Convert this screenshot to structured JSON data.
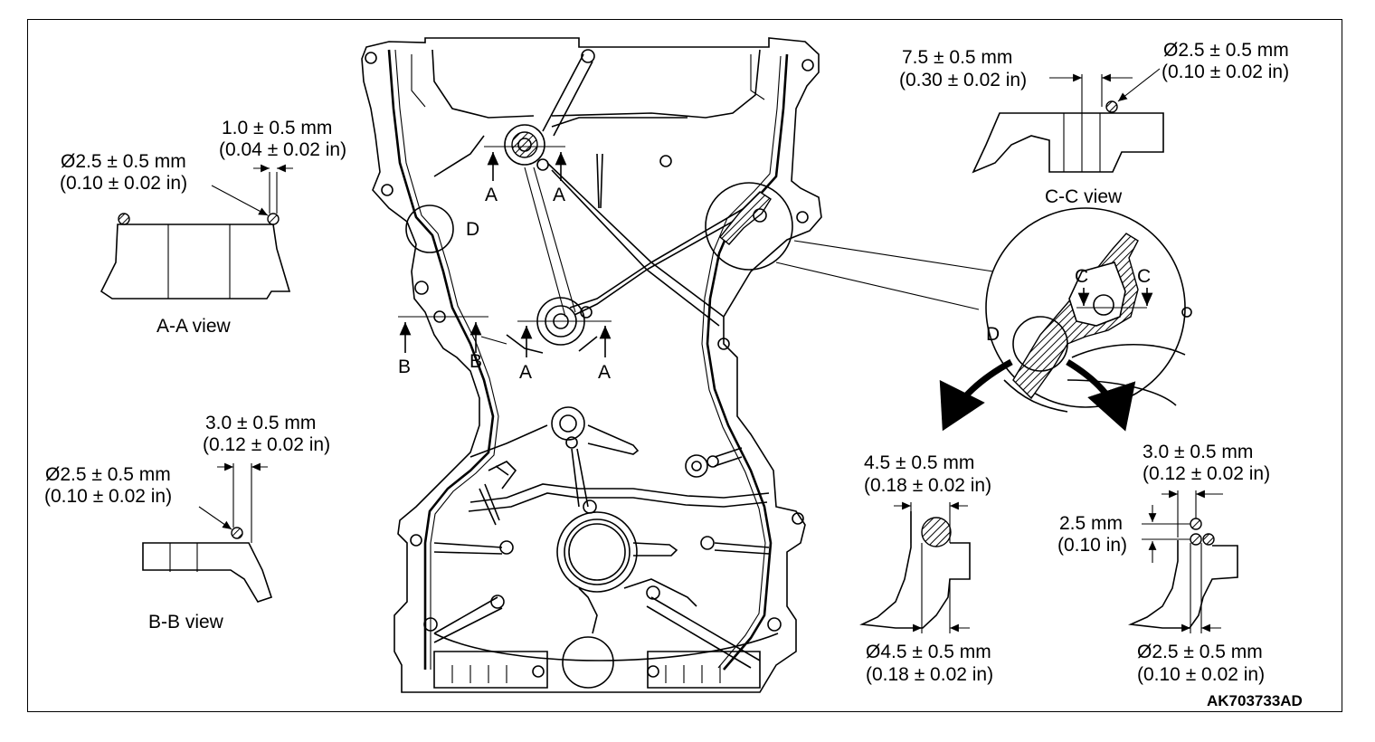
{
  "figure_id": "AK703733AD",
  "views": {
    "aa": {
      "title": "A-A view",
      "gap_mm": "1.0 ± 0.5 mm",
      "gap_in": "(0.04 ± 0.02 in)",
      "dia_mm": "Ø2.5 ± 0.5 mm",
      "dia_in": "(0.10 ± 0.02 in)"
    },
    "bb": {
      "title": "B-B view",
      "gap_mm": "3.0 ± 0.5 mm",
      "gap_in": "(0.12 ± 0.02 in)",
      "dia_mm": "Ø2.5 ± 0.5 mm",
      "dia_in": "(0.10 ± 0.02 in)"
    },
    "cc": {
      "title": "C-C view",
      "gap_mm": "7.5 ± 0.5 mm",
      "gap_in": "(0.30 ± 0.02 in)",
      "dia_mm": "Ø2.5 ± 0.5 mm",
      "dia_in": "(0.10 ± 0.02 in)"
    },
    "d_left": {
      "width_mm": "4.5 ± 0.5 mm",
      "width_in": "(0.18 ± 0.02 in)",
      "dia_mm": "Ø4.5 ± 0.5 mm",
      "dia_in": "(0.18 ± 0.02 in)"
    },
    "d_right": {
      "gap_mm": "3.0 ± 0.5 mm",
      "gap_in": "(0.12 ± 0.02 in)",
      "offset_mm": "2.5 mm",
      "offset_in": "(0.10 in)",
      "dia_mm": "Ø2.5 ± 0.5 mm",
      "dia_in": "(0.10 ± 0.02 in)"
    }
  },
  "section_labels": {
    "a": "A",
    "b": "B",
    "c": "C",
    "d": "D"
  }
}
